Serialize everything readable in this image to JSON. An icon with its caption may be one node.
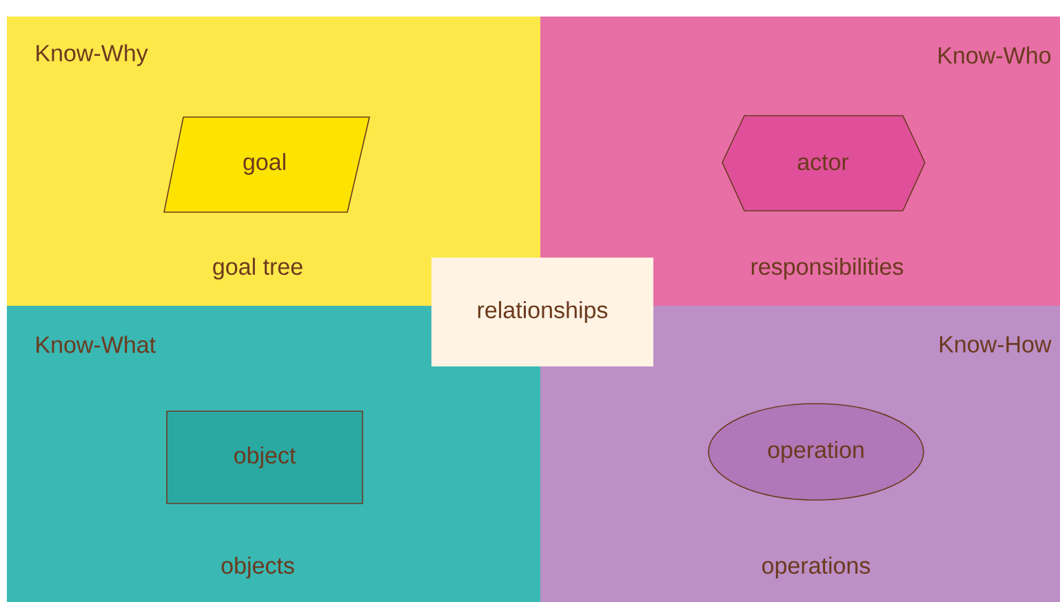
{
  "diagram": {
    "nodes": [
      {
        "text": [
          "Know-Why",
          "goal tree"
        ]
      },
      {
        "text": [
          "goal"
        ],
        "in": 0
      },
      {
        "text": [
          "Know-Who",
          "responsibilities"
        ]
      },
      {
        "text": [
          "actor"
        ],
        "in": 2
      },
      {
        "text": [
          "relationships"
        ]
      },
      {
        "text": [
          "Know-What",
          "objects"
        ]
      },
      {
        "text": [
          "object"
        ],
        "in": 5
      },
      {
        "text": [
          "Know-How",
          "operations"
        ]
      },
      {
        "text": [
          "operation"
        ],
        "in": 7
      }
    ]
  }
}
